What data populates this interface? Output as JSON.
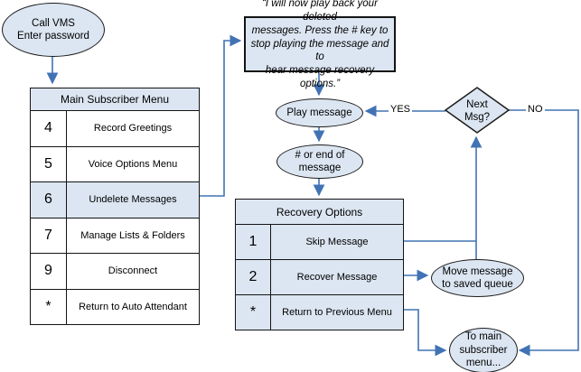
{
  "colors": {
    "shape_fill": "#dce6f2",
    "shape_border": "#1c1c1c",
    "connector_blue": "#4173b4",
    "text": "#000000",
    "background": "#ffffff"
  },
  "nodes": {
    "start": {
      "text": "Call VMS\nEnter password"
    },
    "prompt": {
      "text": "“I will now play back your deleted\nmessages.  Press the # key to\nstop playing the message and to\nhear message recovery options.”"
    },
    "play": {
      "text": "Play message"
    },
    "stop_key": {
      "text": "# or end of\nmessage"
    },
    "decision": {
      "text": "Next\nMsg?"
    },
    "saved_queue": {
      "text": "Move message\nto saved queue"
    },
    "to_main": {
      "text": "To main\nsubscriber\nmenu..."
    }
  },
  "edge_labels": {
    "yes": "YES",
    "no": "NO"
  },
  "main_menu": {
    "title": "Main Subscriber Menu",
    "rows": [
      {
        "key": "4",
        "label": "Record Greetings"
      },
      {
        "key": "5",
        "label": "Voice Options Menu"
      },
      {
        "key": "6",
        "label": "Undelete Messages"
      },
      {
        "key": "7",
        "label": "Manage Lists & Folders"
      },
      {
        "key": "9",
        "label": "Disconnect"
      },
      {
        "key": "*",
        "label": "Return to Auto Attendant"
      }
    ]
  },
  "recovery_menu": {
    "title": "Recovery Options",
    "rows": [
      {
        "key": "1",
        "label": "Skip Message"
      },
      {
        "key": "2",
        "label": "Recover Message"
      },
      {
        "key": "*",
        "label": "Return to Previous Menu"
      }
    ]
  }
}
